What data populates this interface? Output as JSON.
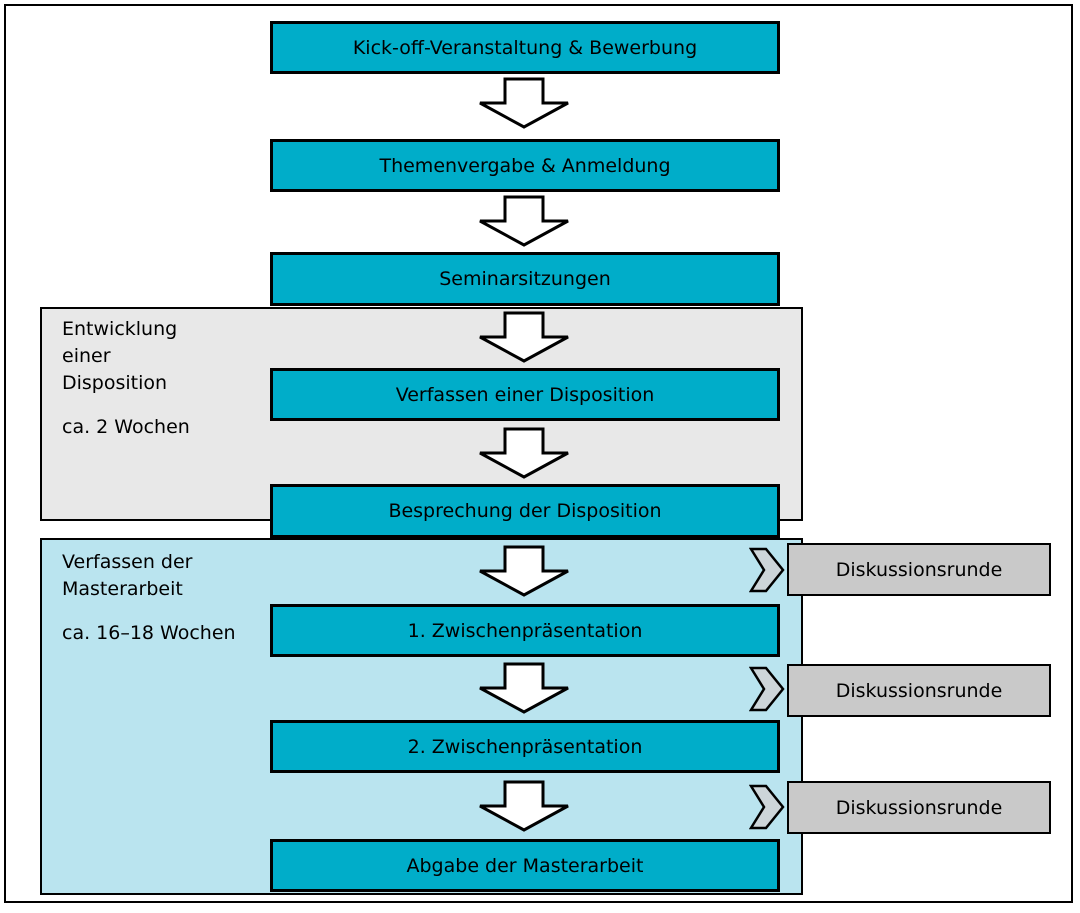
{
  "steps": [
    "Kick-off-Veranstaltung & Bewerbung",
    "Themenvergabe & Anmeldung",
    "Seminarsitzungen",
    "Verfassen einer Disposition",
    "Besprechung der Disposition",
    "1. Zwischenpräsentation",
    "2. Zwischenpräsentation",
    "Abgabe der Masterarbeit"
  ],
  "phases": [
    {
      "label_lines": [
        "Entwicklung",
        "einer",
        "Disposition"
      ],
      "duration": "ca. 2 Wochen",
      "fill": "#e8e8e8"
    },
    {
      "label_lines": [
        "Verfassen der",
        "Masterarbeit"
      ],
      "duration": "ca. 16–18 Wochen",
      "fill": "#bae4ef"
    }
  ],
  "side_boxes": [
    {
      "label": "Diskussionsrunde"
    },
    {
      "label": "Diskussionsrunde"
    },
    {
      "label": "Diskussionsrunde"
    }
  ],
  "icons": {
    "down_arrow": "down-arrow-icon",
    "chevron_right": "chevron-right-icon"
  },
  "colors": {
    "step_fill": "#00adc9",
    "phase_disposition_fill": "#e8e8e8",
    "phase_thesis_fill": "#bae4ef",
    "side_box_fill": "#c9c9c9",
    "chevron_fill": "#cdd5d9",
    "arrow_fill": "#ffffff",
    "border": "#000000"
  }
}
